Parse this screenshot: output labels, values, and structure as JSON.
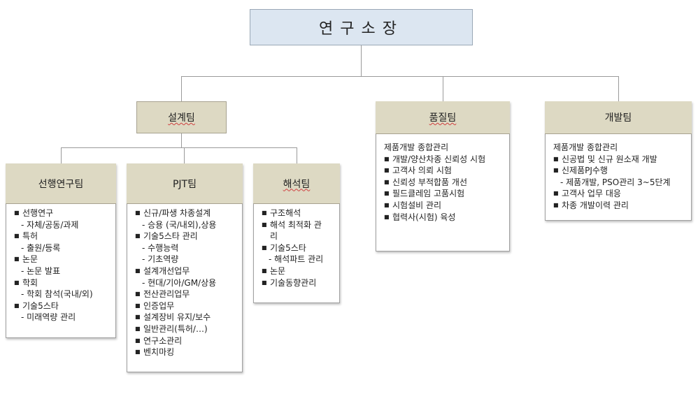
{
  "root": {
    "title": "연구소장"
  },
  "teams": {
    "design": {
      "title": "설계팀"
    },
    "quality": {
      "title": "품질팀",
      "items": [
        {
          "type": "plain",
          "text": "제품개발 종합관리"
        },
        {
          "type": "bullet",
          "text": "개발/양산차종 신뢰성 시험"
        },
        {
          "type": "bullet",
          "text": "고객사 의뢰 시험"
        },
        {
          "type": "bullet",
          "text": "신뢰성 부적합품 개선"
        },
        {
          "type": "bullet",
          "text": "필드클레임 고품시험"
        },
        {
          "type": "bullet",
          "text": "시험설비 관리"
        },
        {
          "type": "bullet",
          "text": "협력사(시험) 육성"
        }
      ]
    },
    "development": {
      "title": "개발팀",
      "items": [
        {
          "type": "plain",
          "text": "제품개발 종합관리"
        },
        {
          "type": "bullet",
          "text": "신공법 및 신규 원소재 개발"
        },
        {
          "type": "bullet",
          "text": "신제품PJ수행"
        },
        {
          "type": "sub",
          "text": "- 제품개발, PSO관리 3~5단계"
        },
        {
          "type": "bullet",
          "text": "고객사 업무 대응"
        },
        {
          "type": "bullet",
          "text": "차종 개발이력 관리"
        }
      ]
    }
  },
  "subteams": {
    "advanced": {
      "title": "선행연구팀",
      "items": [
        {
          "type": "bullet",
          "text": "선행연구"
        },
        {
          "type": "sub",
          "text": "- 자체/공동/과제"
        },
        {
          "type": "bullet",
          "text": "특허"
        },
        {
          "type": "sub",
          "text": "- 출원/등록"
        },
        {
          "type": "bullet",
          "text": "논문"
        },
        {
          "type": "sub",
          "text": "- 논문 발표"
        },
        {
          "type": "bullet",
          "text": "학회"
        },
        {
          "type": "sub",
          "text": "- 학회 참석(국내/외)"
        },
        {
          "type": "bullet",
          "text": "기술5스타"
        },
        {
          "type": "sub",
          "text": "- 미래역량 관리"
        }
      ]
    },
    "pjt": {
      "title": "PJT팀",
      "items": [
        {
          "type": "bullet",
          "text": "신규/파생 차종설계"
        },
        {
          "type": "sub",
          "text": "- 승용 (국/내외),상용"
        },
        {
          "type": "bullet",
          "text": "기술5스타 관리"
        },
        {
          "type": "sub",
          "text": "- 수행능력"
        },
        {
          "type": "sub",
          "text": "- 기초역량"
        },
        {
          "type": "bullet",
          "text": "설계개선업무"
        },
        {
          "type": "sub",
          "text": "- 현대/기아/GM/상용"
        },
        {
          "type": "bullet",
          "text": "전산관리업무"
        },
        {
          "type": "bullet",
          "text": "인증업무"
        },
        {
          "type": "bullet",
          "text": "설계장비 유지/보수"
        },
        {
          "type": "bullet",
          "text": "일반관리(특허/…)"
        },
        {
          "type": "bullet",
          "text": "연구소관리"
        },
        {
          "type": "bullet",
          "text": "벤치마킹"
        }
      ]
    },
    "analysis": {
      "title": "해석팀",
      "items": [
        {
          "type": "bullet",
          "text": "구조해석"
        },
        {
          "type": "bullet",
          "text": "해석 최적화 관"
        },
        {
          "type": "cont",
          "text": "리"
        },
        {
          "type": "bullet",
          "text": "기술5스타"
        },
        {
          "type": "sub",
          "text": "- 해석파트 관리"
        },
        {
          "type": "bullet",
          "text": "논문"
        },
        {
          "type": "bullet",
          "text": "기술동향관리"
        }
      ]
    }
  }
}
